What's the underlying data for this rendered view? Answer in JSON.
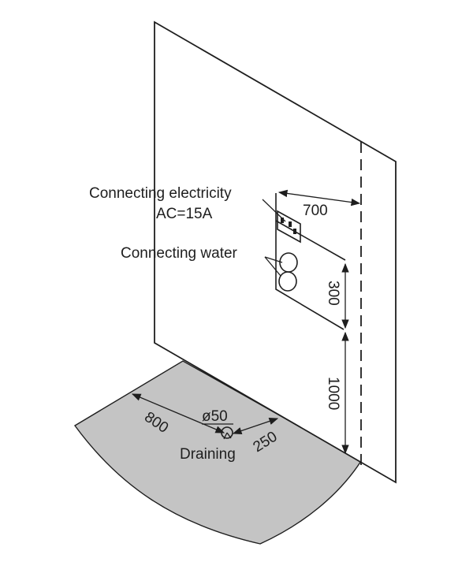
{
  "labels": {
    "electricity_line1": "Connecting electricity",
    "electricity_line2": "AC=15A",
    "water": "Connecting water",
    "draining": "Draining",
    "drain_diameter": "ø50"
  },
  "dimensions": {
    "dim_700": "700",
    "dim_300": "300",
    "dim_1000": "1000",
    "dim_800": "800",
    "dim_250": "250"
  },
  "colors": {
    "floor": "#c4c4c4",
    "lines": "#1e1e1e",
    "wall": "#ffffff"
  }
}
